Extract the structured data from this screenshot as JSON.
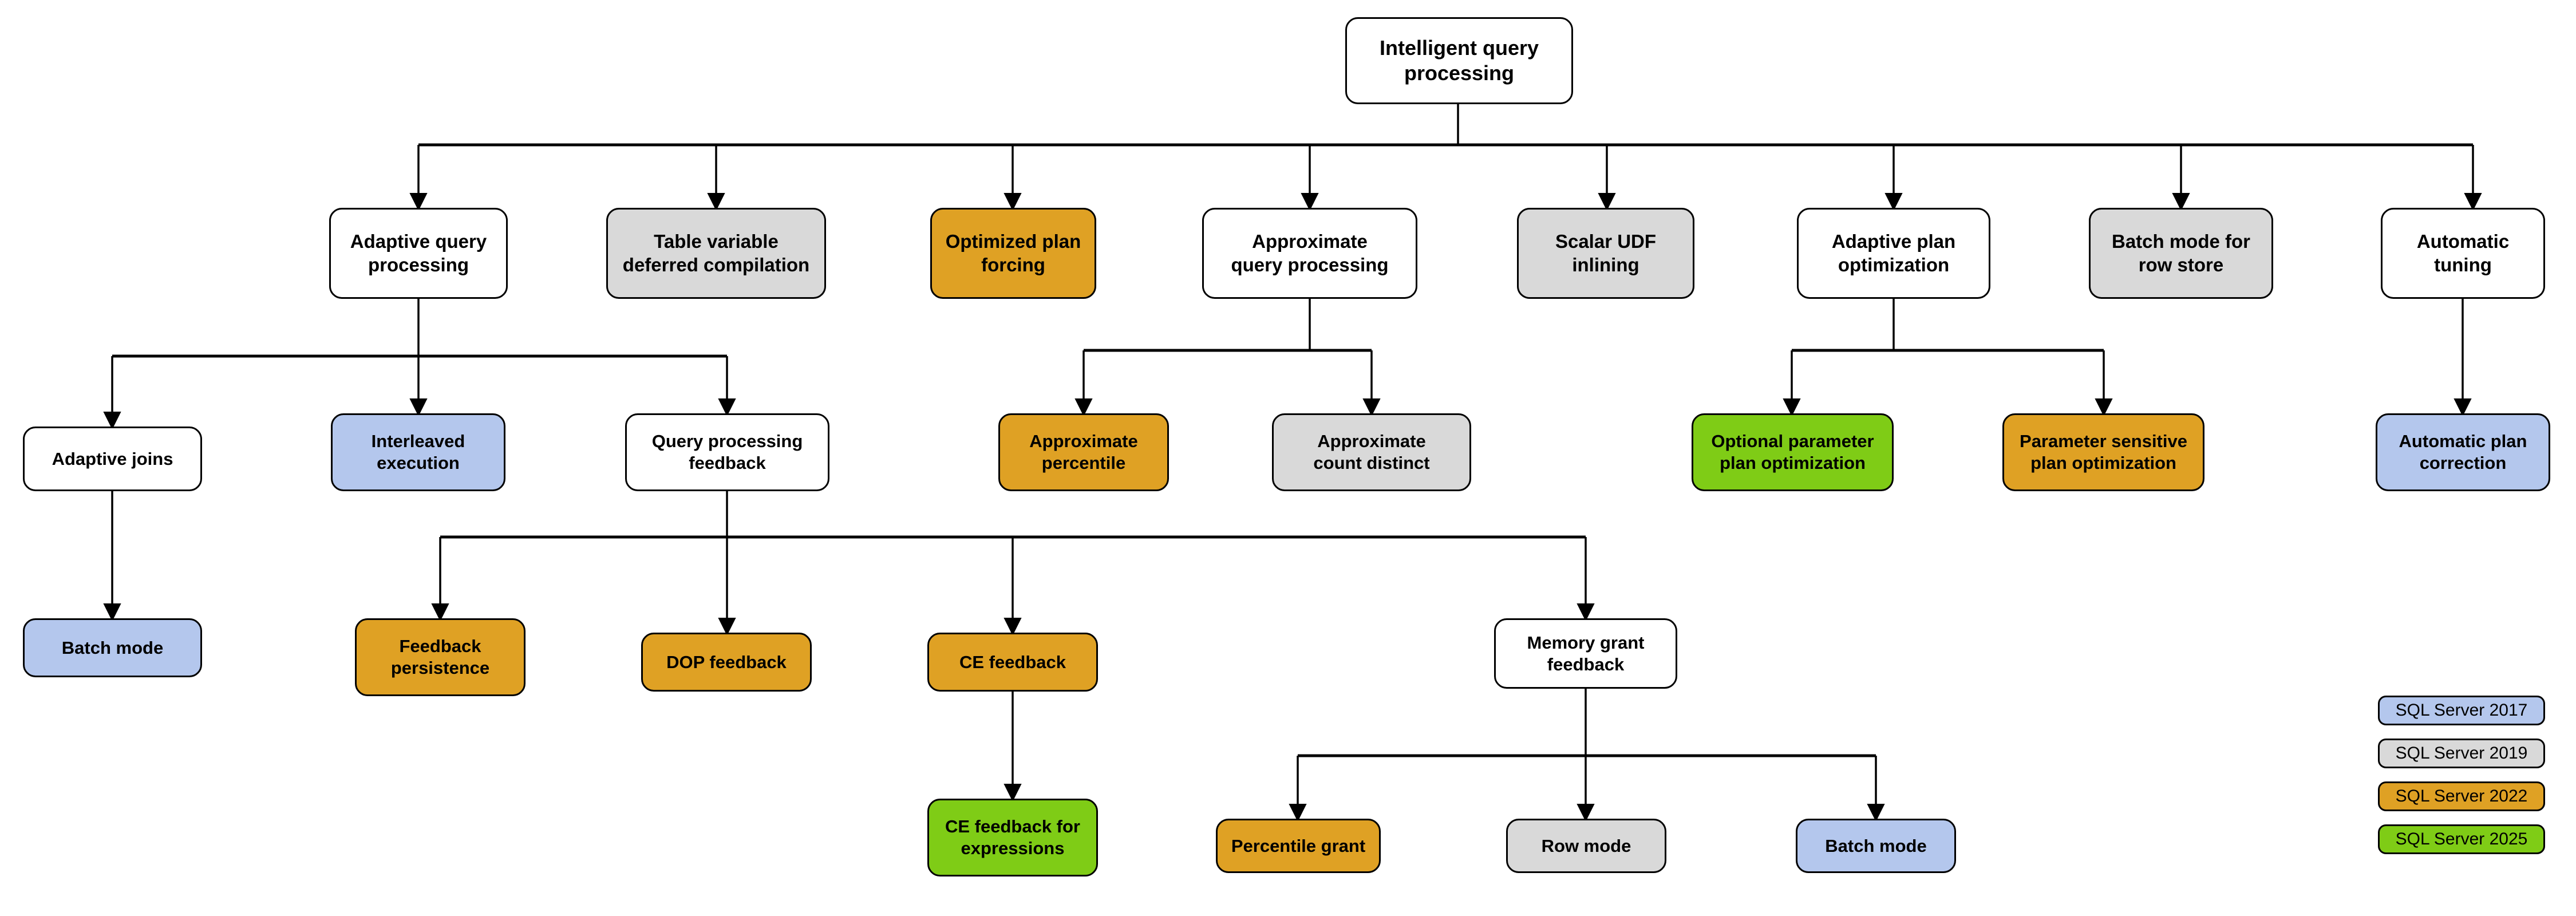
{
  "diagram": {
    "title": "Intelligent query processing",
    "palette": {
      "white": "#ffffff",
      "gray": "#d9d9d9",
      "orange": "#dfa124",
      "blue": "#b4c7ed",
      "green": "#7fcc16",
      "stroke": "#000000"
    },
    "root": {
      "label": "Intelligent query\nprocessing",
      "fill": "white"
    },
    "level2": [
      {
        "label": "Adaptive query\nprocessing",
        "fill": "white"
      },
      {
        "label": "Table variable\ndeferred compilation",
        "fill": "gray"
      },
      {
        "label": "Optimized plan\nforcing",
        "fill": "orange"
      },
      {
        "label": "Approximate\nquery processing",
        "fill": "white"
      },
      {
        "label": "Scalar UDF\ninlining",
        "fill": "gray"
      },
      {
        "label": "Adaptive plan\noptimization",
        "fill": "white"
      },
      {
        "label": "Batch mode for\nrow store",
        "fill": "gray"
      },
      {
        "label": "Automatic\ntuning",
        "fill": "white"
      }
    ],
    "level3": [
      {
        "label": "Adaptive joins",
        "fill": "white",
        "parent": "Adaptive query processing"
      },
      {
        "label": "Interleaved\nexecution",
        "fill": "blue",
        "parent": "Adaptive query processing"
      },
      {
        "label": "Query processing\nfeedback",
        "fill": "white",
        "parent": "Adaptive query processing"
      },
      {
        "label": "Approximate\npercentile",
        "fill": "orange",
        "parent": "Approximate query processing"
      },
      {
        "label": "Approximate\ncount distinct",
        "fill": "gray",
        "parent": "Approximate query processing"
      },
      {
        "label": "Optional parameter\nplan optimization",
        "fill": "green",
        "parent": "Adaptive plan optimization"
      },
      {
        "label": "Parameter sensitive\nplan optimization",
        "fill": "orange",
        "parent": "Adaptive plan optimization"
      },
      {
        "label": "Automatic plan\ncorrection",
        "fill": "blue",
        "parent": "Automatic tuning"
      }
    ],
    "level4": [
      {
        "label": "Batch mode",
        "fill": "blue",
        "parent": "Adaptive joins"
      },
      {
        "label": "Feedback\npersistence",
        "fill": "orange",
        "parent": "Query processing feedback"
      },
      {
        "label": "DOP feedback",
        "fill": "orange",
        "parent": "Query processing feedback"
      },
      {
        "label": "CE feedback",
        "fill": "orange",
        "parent": "Query processing feedback"
      },
      {
        "label": "Memory grant\nfeedback",
        "fill": "white",
        "parent": "Query processing feedback"
      }
    ],
    "level5": [
      {
        "label": "CE feedback for\nexpressions",
        "fill": "green",
        "parent": "CE feedback"
      },
      {
        "label": "Percentile grant",
        "fill": "orange",
        "parent": "Memory grant feedback"
      },
      {
        "label": "Row mode",
        "fill": "gray",
        "parent": "Memory grant feedback"
      },
      {
        "label": "Batch mode",
        "fill": "blue",
        "parent": "Memory grant feedback"
      }
    ],
    "legend": [
      {
        "label": "SQL Server 2017",
        "fill": "blue"
      },
      {
        "label": "SQL Server 2019",
        "fill": "gray"
      },
      {
        "label": "SQL Server 2022",
        "fill": "orange"
      },
      {
        "label": "SQL Server 2025",
        "fill": "green"
      }
    ]
  }
}
